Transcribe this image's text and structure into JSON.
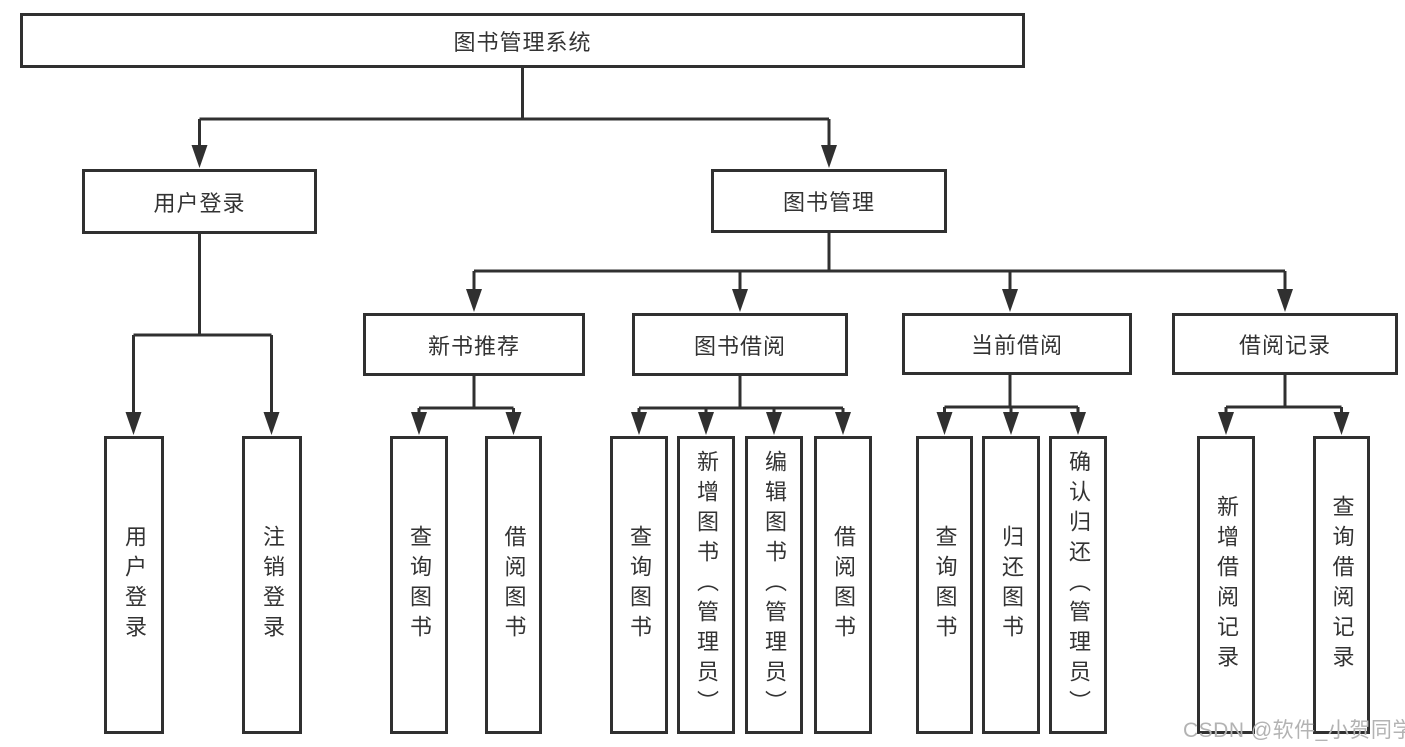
{
  "diagram": {
    "title": "图书管理系统",
    "level2": {
      "user_login": "用户登录",
      "book_mgmt": "图书管理"
    },
    "level3": {
      "new_book_rec": "新书推荐",
      "book_borrow": "图书借阅",
      "current_borrow": "当前借阅",
      "borrow_record": "借阅记录"
    },
    "leaves": {
      "login_a": "用户登录",
      "login_b": "注销登录",
      "rec_a": "查询图书",
      "rec_b": "借阅图书",
      "bb_a": "查询图书",
      "bb_b": "新增图书（管理员）",
      "bb_c": "编辑图书（管理员）",
      "bb_d": "借阅图书",
      "cb_a": "查询图书",
      "cb_b": "归还图书",
      "cb_c": "确认归还（管理员）",
      "br_a": "新增借阅记录",
      "br_b": "查询借阅记录"
    }
  },
  "watermark": "CSDN @软件_小贺同学",
  "colors": {
    "line": "#303030",
    "text": "#333333",
    "watermark": "#b3b3b3",
    "background": "#ffffff"
  }
}
